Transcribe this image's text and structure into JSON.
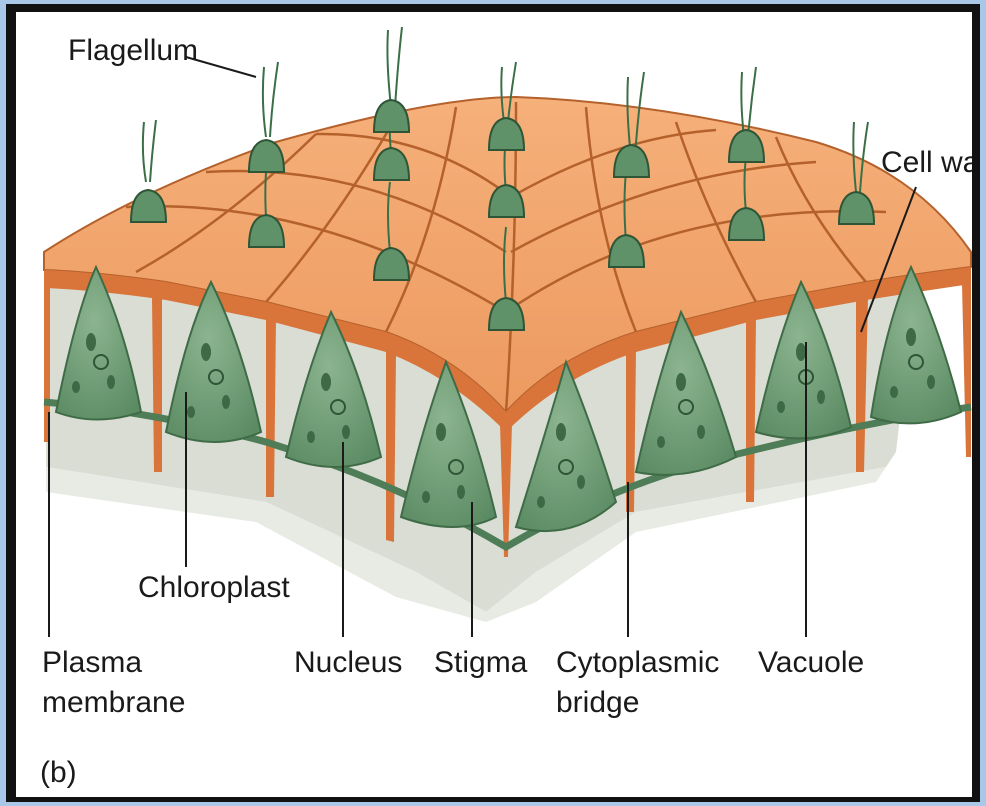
{
  "labels": {
    "flagellum": "Flagellum",
    "cell_wall": "Cell wall",
    "chloroplast": "Chloroplast",
    "plasma_membrane_line1": "Plasma",
    "plasma_membrane_line2": "membrane",
    "nucleus": "Nucleus",
    "stigma": "Stigma",
    "cytoplasmic_bridge_line1": "Cytoplasmic",
    "cytoplasmic_bridge_line2": "bridge",
    "vacuole": "Vacuole",
    "panel": "(b)"
  },
  "colors": {
    "outer_border": "#a9c7e6",
    "frame": "#111111",
    "wall_top": "#f0a36c",
    "wall_edge": "#d9743a",
    "wall_dark": "#c8692f",
    "cell_green": "#6c9a73",
    "cell_green_dark": "#3f6b47",
    "shadow_gray": "#d8dcd3"
  }
}
